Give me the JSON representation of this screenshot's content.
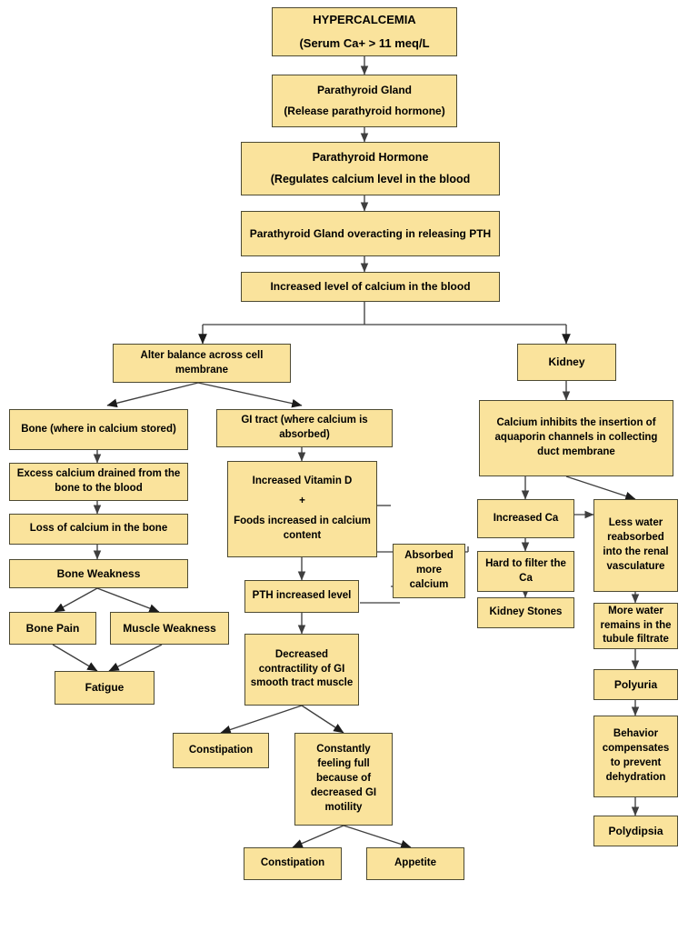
{
  "diagram": {
    "title": "Hypercalcemia Pathophysiology Concept Map",
    "colors": {
      "node_fill": "#fae39c",
      "node_border": "#4d4a33",
      "edge": "#3f3f3f",
      "text": "#000000",
      "background": "#ffffff"
    },
    "nodes": [
      {
        "id": "hypercalcemia",
        "label": "HYPERCALCEMIA\n\n(Serum Ca+ > 11 meq/L"
      },
      {
        "id": "parathyroid-gland",
        "label": "Parathyroid Gland\n\n(Release parathyroid hormone)"
      },
      {
        "id": "parathyroid-hormone",
        "label": "Parathyroid Hormone\n\n(Regulates calcium level in the blood"
      },
      {
        "id": "gland-overacting",
        "label": "Parathyroid Gland overacting in releasing PTH"
      },
      {
        "id": "increased-calcium",
        "label": "Increased level of calcium in the blood"
      },
      {
        "id": "alter-balance",
        "label": "Alter balance across cell membrane"
      },
      {
        "id": "kidney",
        "label": "Kidney"
      },
      {
        "id": "bone",
        "label": "Bone (where in calcium stored)"
      },
      {
        "id": "gi-tract",
        "label": "GI tract (where calcium is absorbed)"
      },
      {
        "id": "calcium-inhibits",
        "label": "Calcium inhibits the insertion of aquaporin channels in collecting duct membrane"
      },
      {
        "id": "excess-calcium",
        "label": "Excess calcium drained from the bone to the blood"
      },
      {
        "id": "vitamin-d",
        "label": "Increased Vitamin D\n\n+\n\nFoods increased in calcium content"
      },
      {
        "id": "increased-ca",
        "label": "Increased Ca"
      },
      {
        "id": "less-water",
        "label": "Less water reabsorbed into the renal vasculature"
      },
      {
        "id": "loss-of-calcium",
        "label": "Loss of calcium in the bone"
      },
      {
        "id": "absorbed-more",
        "label": "Absorbed more calcium"
      },
      {
        "id": "hard-to-filter",
        "label": "Hard to filter the Ca"
      },
      {
        "id": "bone-weakness",
        "label": "Bone Weakness"
      },
      {
        "id": "pth-increased",
        "label": "PTH increased level"
      },
      {
        "id": "kidney-stones",
        "label": "Kidney Stones"
      },
      {
        "id": "bone-pain",
        "label": "Bone Pain"
      },
      {
        "id": "muscle-weakness",
        "label": "Muscle Weakness"
      },
      {
        "id": "decreased-contractility",
        "label": "Decreased contractility of GI smooth tract muscle"
      },
      {
        "id": "more-water",
        "label": "More water remains in the tubule filtrate"
      },
      {
        "id": "fatigue",
        "label": "Fatigue"
      },
      {
        "id": "polyuria",
        "label": "Polyuria"
      },
      {
        "id": "constipation-1",
        "label": "Constipation"
      },
      {
        "id": "constantly-full",
        "label": "Constantly feeling full because of decreased GI motility"
      },
      {
        "id": "behavior-compensates",
        "label": "Behavior compensates to prevent dehydration"
      },
      {
        "id": "constipation-2",
        "label": "Constipation"
      },
      {
        "id": "appetite",
        "label": "Appetite"
      },
      {
        "id": "polydipsia",
        "label": "Polydipsia"
      }
    ],
    "edges": [
      {
        "from": "hypercalcemia",
        "to": "parathyroid-gland"
      },
      {
        "from": "parathyroid-gland",
        "to": "parathyroid-hormone"
      },
      {
        "from": "parathyroid-hormone",
        "to": "gland-overacting"
      },
      {
        "from": "gland-overacting",
        "to": "increased-calcium"
      },
      {
        "from": "increased-calcium",
        "to": "alter-balance"
      },
      {
        "from": "increased-calcium",
        "to": "kidney"
      },
      {
        "from": "alter-balance",
        "to": "bone"
      },
      {
        "from": "alter-balance",
        "to": "gi-tract"
      },
      {
        "from": "kidney",
        "to": "calcium-inhibits"
      },
      {
        "from": "bone",
        "to": "excess-calcium"
      },
      {
        "from": "gi-tract",
        "to": "vitamin-d"
      },
      {
        "from": "calcium-inhibits",
        "to": "increased-ca"
      },
      {
        "from": "calcium-inhibits",
        "to": "less-water"
      },
      {
        "from": "excess-calcium",
        "to": "loss-of-calcium"
      },
      {
        "from": "vitamin-d",
        "to": "absorbed-more"
      },
      {
        "from": "vitamin-d",
        "to": "pth-increased"
      },
      {
        "from": "increased-ca",
        "to": "less-water"
      },
      {
        "from": "increased-ca",
        "to": "hard-to-filter"
      },
      {
        "from": "loss-of-calcium",
        "to": "bone-weakness"
      },
      {
        "from": "pth-increased",
        "to": "absorbed-more"
      },
      {
        "from": "hard-to-filter",
        "to": "kidney-stones"
      },
      {
        "from": "bone-weakness",
        "to": "bone-pain"
      },
      {
        "from": "bone-weakness",
        "to": "muscle-weakness"
      },
      {
        "from": "pth-increased",
        "to": "decreased-contractility"
      },
      {
        "from": "less-water",
        "to": "more-water"
      },
      {
        "from": "bone-pain",
        "to": "fatigue"
      },
      {
        "from": "muscle-weakness",
        "to": "fatigue"
      },
      {
        "from": "more-water",
        "to": "polyuria"
      },
      {
        "from": "decreased-contractility",
        "to": "constipation-1"
      },
      {
        "from": "decreased-contractility",
        "to": "constantly-full"
      },
      {
        "from": "polyuria",
        "to": "behavior-compensates"
      },
      {
        "from": "constantly-full",
        "to": "constipation-2"
      },
      {
        "from": "constantly-full",
        "to": "appetite"
      },
      {
        "from": "behavior-compensates",
        "to": "polydipsia"
      }
    ]
  }
}
